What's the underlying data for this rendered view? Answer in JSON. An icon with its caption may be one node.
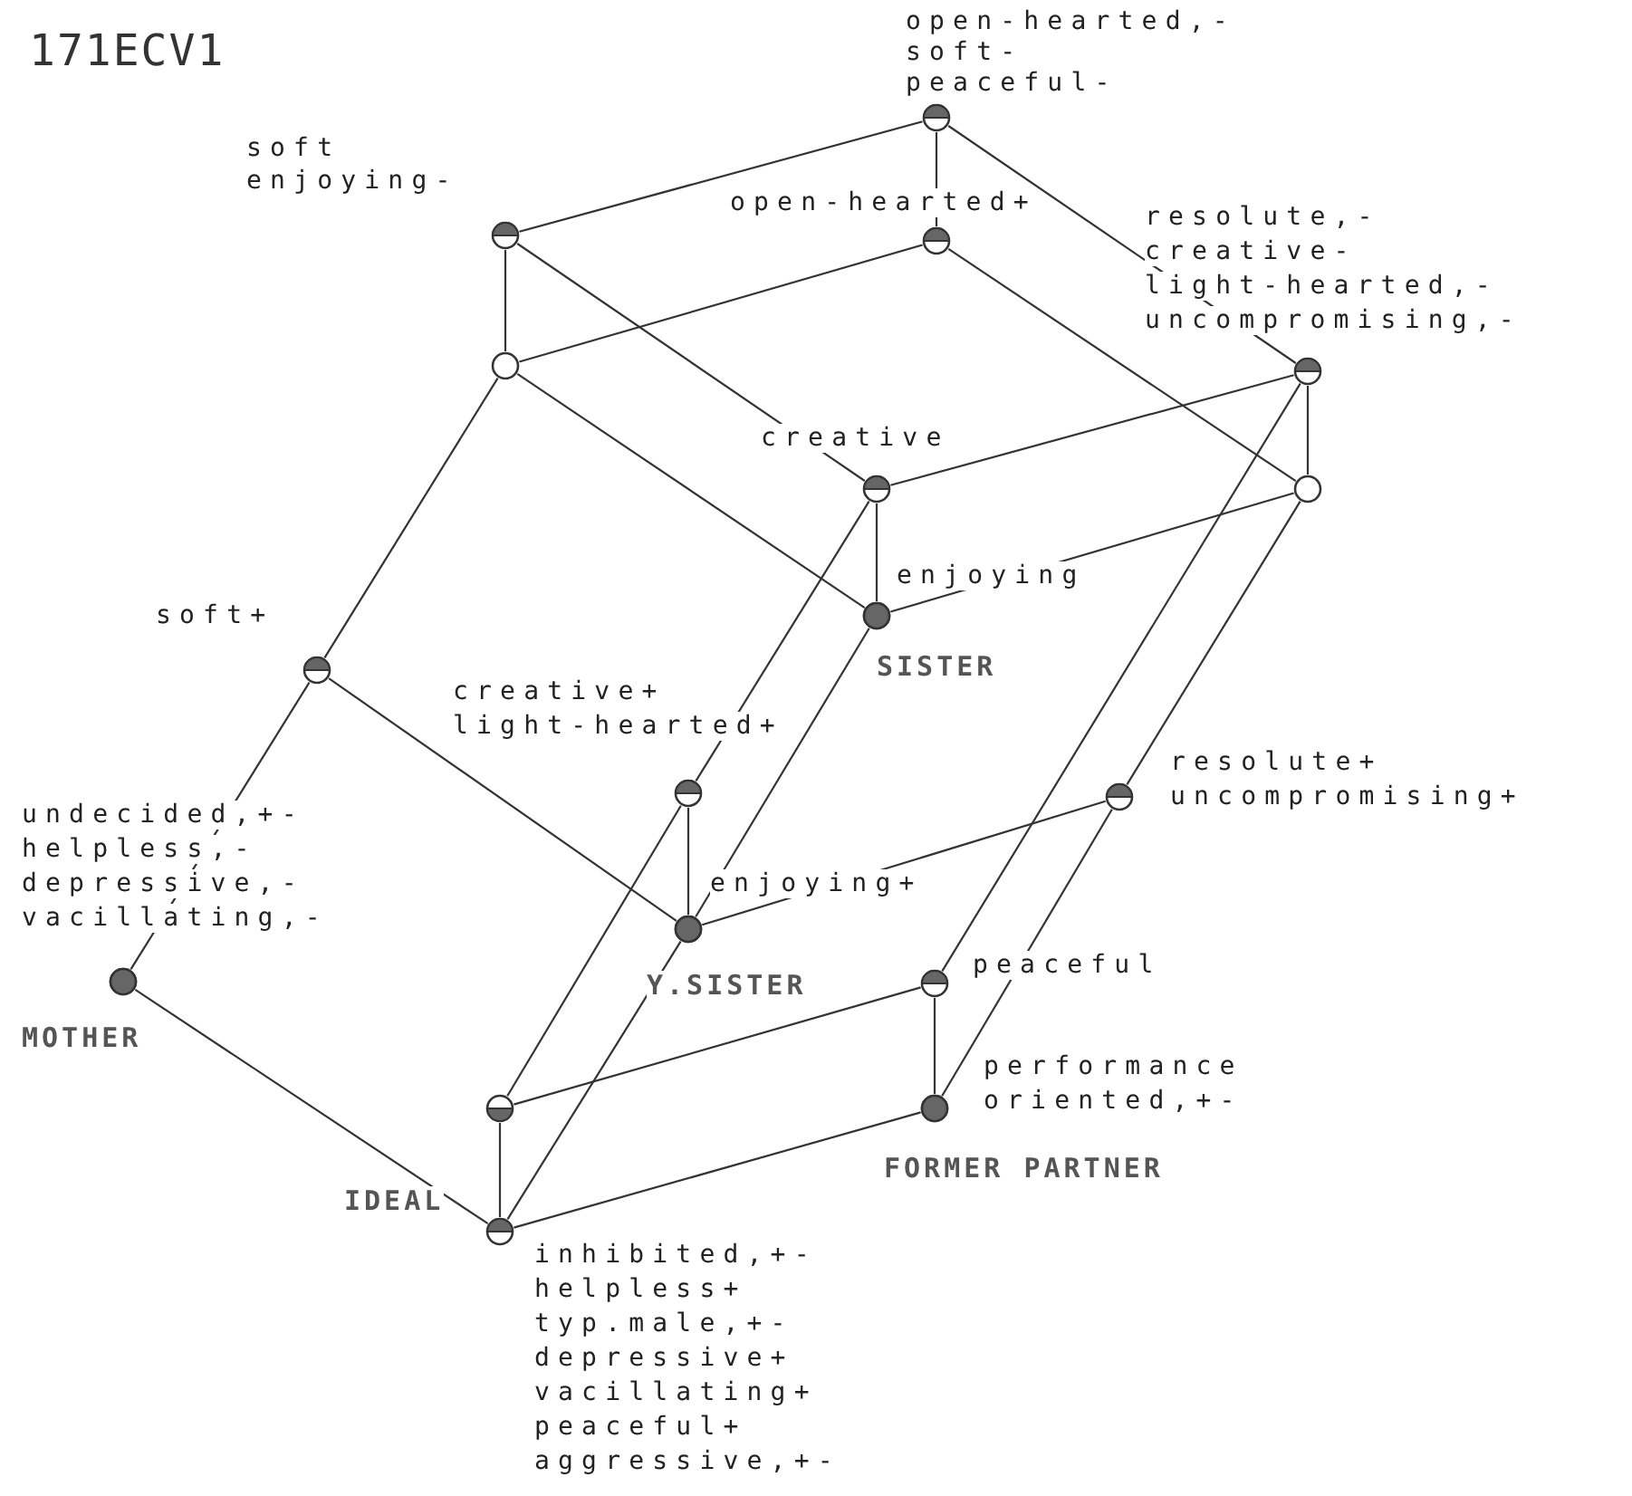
{
  "diagram": {
    "title": "171ECV1",
    "nodes": [
      {
        "text": [],
        "shape": "circle",
        "beside": [
          "open-hearted,-",
          "soft-",
          "peaceful-"
        ]
      },
      {
        "text": [],
        "shape": "circle",
        "beside": [
          "soft",
          "enjoying-"
        ]
      },
      {
        "text": [],
        "shape": "circle",
        "beside": [
          "open-hearted+"
        ]
      },
      {
        "text": [],
        "shape": "circle",
        "beside": [
          "resolute,-",
          "creative-",
          "light-hearted,-",
          "uncompromising,-"
        ]
      },
      {
        "text": [],
        "shape": "circle"
      },
      {
        "text": [],
        "shape": "circle",
        "beside": [
          "creative"
        ]
      },
      {
        "text": [],
        "shape": "circle"
      },
      {
        "text": [],
        "shape": "circle",
        "beside": [
          "enjoying",
          "SISTER"
        ]
      },
      {
        "text": [],
        "shape": "circle",
        "beside": [
          "soft+"
        ]
      },
      {
        "text": [],
        "shape": "circle",
        "beside": [
          "creative+",
          "light-hearted+"
        ]
      },
      {
        "text": [],
        "shape": "circle",
        "beside": [
          "resolute+",
          "uncompromising+"
        ]
      },
      {
        "text": [],
        "shape": "circle",
        "beside": [
          "enjoying+",
          "Y.SISTER"
        ]
      },
      {
        "text": [],
        "shape": "circle",
        "beside": [
          "undecided,+-",
          "helpless,-",
          "depressive,-",
          "vacillating,-",
          "MOTHER"
        ]
      },
      {
        "text": [],
        "shape": "circle",
        "beside": [
          "peaceful"
        ]
      },
      {
        "text": [],
        "shape": "circle",
        "beside": [
          "performance",
          "oriented,+-",
          "FORMER PARTNER"
        ]
      },
      {
        "text": [],
        "shape": "circle"
      },
      {
        "text": [],
        "shape": "circle",
        "beside": [
          "inhibited,+-",
          "helpless+",
          "typ.male,+-",
          "depressive+",
          "vacillating+",
          "peaceful+",
          "aggressive,+-"
        ]
      }
    ],
    "edges": [
      {
        "from": 0,
        "to": 1,
        "arrow": "none"
      },
      {
        "from": 0,
        "to": 2,
        "arrow": "none"
      },
      {
        "from": 0,
        "to": 3,
        "arrow": "none"
      },
      {
        "from": 1,
        "to": 4,
        "arrow": "none"
      },
      {
        "from": 1,
        "to": 5,
        "arrow": "none"
      },
      {
        "from": 2,
        "to": 4,
        "arrow": "none"
      },
      {
        "from": 2,
        "to": 6,
        "arrow": "none"
      },
      {
        "from": 3,
        "to": 5,
        "arrow": "none"
      },
      {
        "from": 3,
        "to": 6,
        "arrow": "none"
      },
      {
        "from": 3,
        "to": 13,
        "arrow": "none"
      },
      {
        "from": 4,
        "to": 7,
        "arrow": "none"
      },
      {
        "from": 4,
        "to": 8,
        "arrow": "none"
      },
      {
        "from": 5,
        "to": 7,
        "arrow": "none"
      },
      {
        "from": 5,
        "to": 9,
        "arrow": "none"
      },
      {
        "from": 6,
        "to": 7,
        "arrow": "none"
      },
      {
        "from": 6,
        "to": 10,
        "arrow": "none"
      },
      {
        "from": 7,
        "to": 11,
        "arrow": "none"
      },
      {
        "from": 8,
        "to": 11,
        "arrow": "none"
      },
      {
        "from": 8,
        "to": 12,
        "arrow": "none"
      },
      {
        "from": 9,
        "to": 11,
        "arrow": "none"
      },
      {
        "from": 9,
        "to": 15,
        "arrow": "none"
      },
      {
        "from": 10,
        "to": 11,
        "arrow": "none"
      },
      {
        "from": 10,
        "to": 14,
        "arrow": "none"
      },
      {
        "from": 11,
        "to": 16,
        "arrow": "none"
      },
      {
        "from": 12,
        "to": 16,
        "arrow": "none"
      },
      {
        "from": 13,
        "to": 14,
        "arrow": "none"
      },
      {
        "from": 13,
        "to": 15,
        "arrow": "none"
      },
      {
        "from": 14,
        "to": 16,
        "arrow": "none"
      },
      {
        "from": 15,
        "to": 16,
        "arrow": "none"
      }
    ],
    "labels": [
      "IDEAL"
    ]
  }
}
